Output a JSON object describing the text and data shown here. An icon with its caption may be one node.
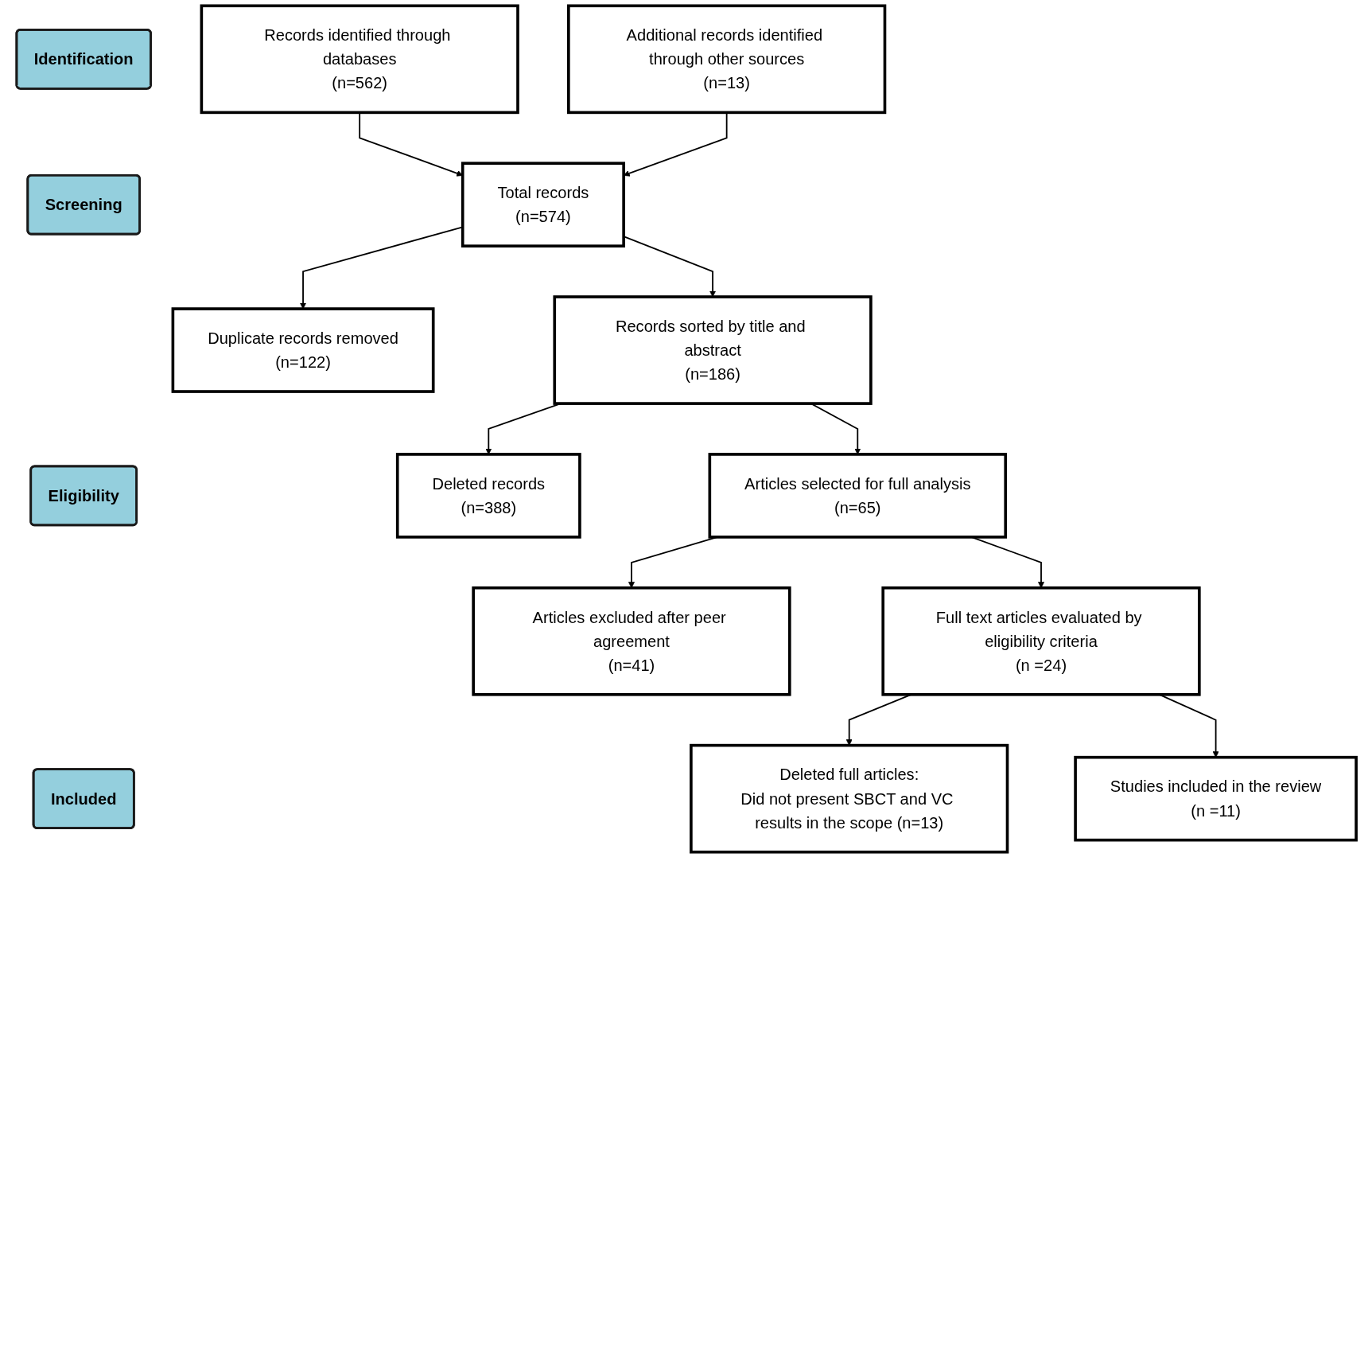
{
  "diagram": {
    "nodes": [
      {
        "text": [
          "Identification"
        ]
      },
      {
        "text": [
          "Screening"
        ]
      },
      {
        "text": [
          "Eligibility"
        ]
      },
      {
        "text": [
          "Included"
        ]
      },
      {
        "text": [
          "Records identified through databases",
          "(n=562)"
        ]
      },
      {
        "text": [
          "Additional records identified through other sources",
          "(n=13)"
        ]
      },
      {
        "text": [
          "Total records",
          "(n=574)"
        ]
      },
      {
        "text": [
          "Duplicate records removed",
          "(n=122)"
        ]
      },
      {
        "text": [
          "Records sorted by title and abstract",
          "(n=186)"
        ]
      },
      {
        "text": [
          "Deleted records",
          "(n=388)"
        ]
      },
      {
        "text": [
          "Articles selected for full analysis",
          "(n=65)"
        ]
      },
      {
        "text": [
          "Articles excluded after peer agreement",
          "(n=41)"
        ]
      },
      {
        "text": [
          "Full text articles evaluated by eligibility criteria",
          "(n =24)"
        ]
      },
      {
        "text": [
          "Deleted full articles:",
          "Did not present SBCT and VC results in the scope (n=13)"
        ]
      },
      {
        "text": [
          "Studies included in the review",
          "(n =11)"
        ]
      }
    ],
    "edges": [
      {
        "from": 4,
        "to": 6,
        "arrow": "to"
      },
      {
        "from": 5,
        "to": 6,
        "arrow": "to"
      },
      {
        "from": 6,
        "to": 7,
        "arrow": "to"
      },
      {
        "from": 6,
        "to": 8,
        "arrow": "to"
      },
      {
        "from": 8,
        "to": 9,
        "arrow": "to"
      },
      {
        "from": 8,
        "to": 10,
        "arrow": "to"
      },
      {
        "from": 10,
        "to": 11,
        "arrow": "to"
      },
      {
        "from": 10,
        "to": 12,
        "arrow": "to"
      },
      {
        "from": 12,
        "to": 13,
        "arrow": "to"
      },
      {
        "from": 12,
        "to": 14,
        "arrow": "to"
      }
    ]
  }
}
